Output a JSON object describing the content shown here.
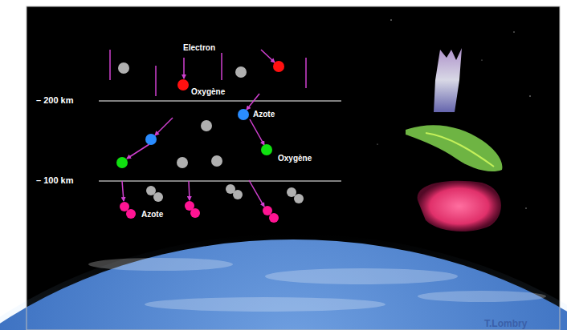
{
  "diagram": {
    "labels": [
      "Electron",
      "Oxygène",
      "– 200 km",
      "Azote",
      "Oxygène",
      "– 100 km",
      "Azote",
      "T.Lombry"
    ]
  }
}
